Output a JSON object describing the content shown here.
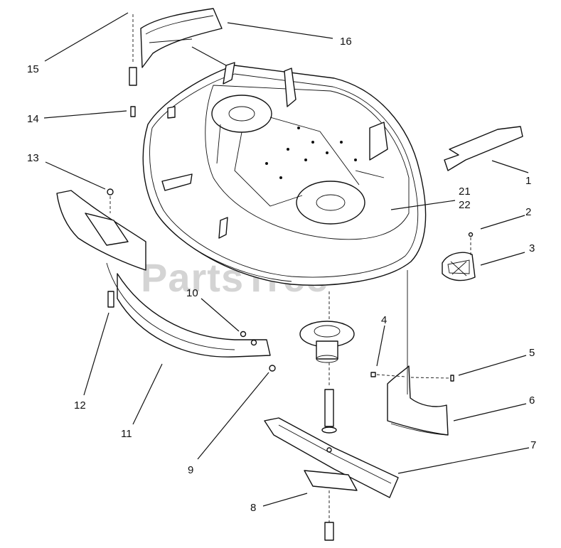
{
  "watermark": "PartsTree",
  "callouts": [
    {
      "id": "c1",
      "label": "1"
    },
    {
      "id": "c2",
      "label": "2"
    },
    {
      "id": "c3",
      "label": "3"
    },
    {
      "id": "c4",
      "label": "4"
    },
    {
      "id": "c5",
      "label": "5"
    },
    {
      "id": "c6",
      "label": "6"
    },
    {
      "id": "c7",
      "label": "7"
    },
    {
      "id": "c8",
      "label": "8"
    },
    {
      "id": "c9",
      "label": "9"
    },
    {
      "id": "c10",
      "label": "10"
    },
    {
      "id": "c11",
      "label": "11"
    },
    {
      "id": "c12",
      "label": "12"
    },
    {
      "id": "c13",
      "label": "13"
    },
    {
      "id": "c14",
      "label": "14"
    },
    {
      "id": "c15",
      "label": "15"
    },
    {
      "id": "c16",
      "label": "16"
    },
    {
      "id": "c21",
      "label": "21"
    },
    {
      "id": "c22",
      "label": "22"
    }
  ]
}
